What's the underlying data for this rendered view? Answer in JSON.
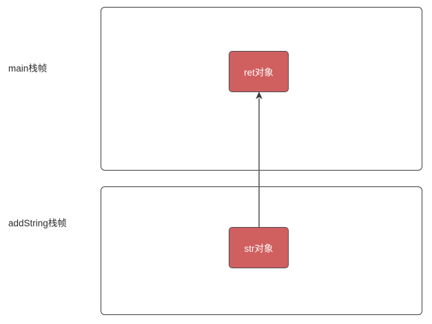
{
  "diagram": {
    "title": "Java stack frames object reference diagram",
    "background_color": "#ffffff",
    "frames": [
      {
        "id": "main",
        "label": "main栈帧",
        "border_color": "#3b3b40"
      },
      {
        "id": "addString",
        "label": "addString栈帧",
        "border_color": "#3b3b40"
      }
    ],
    "objects": [
      {
        "id": "ret",
        "label": "ret对象",
        "fill_color": "#d05f5f",
        "text_color": "#ffffff",
        "border_color": "#4a4a50"
      },
      {
        "id": "str",
        "label": "str对象",
        "fill_color": "#d05f5f",
        "text_color": "#ffffff",
        "border_color": "#4a4a50"
      }
    ],
    "connector": {
      "id": "str-to-ret",
      "from": "str对象",
      "to": "ret对象",
      "direction": "up",
      "color": "#5a5a60",
      "arrowhead": "solid-triangle"
    }
  }
}
